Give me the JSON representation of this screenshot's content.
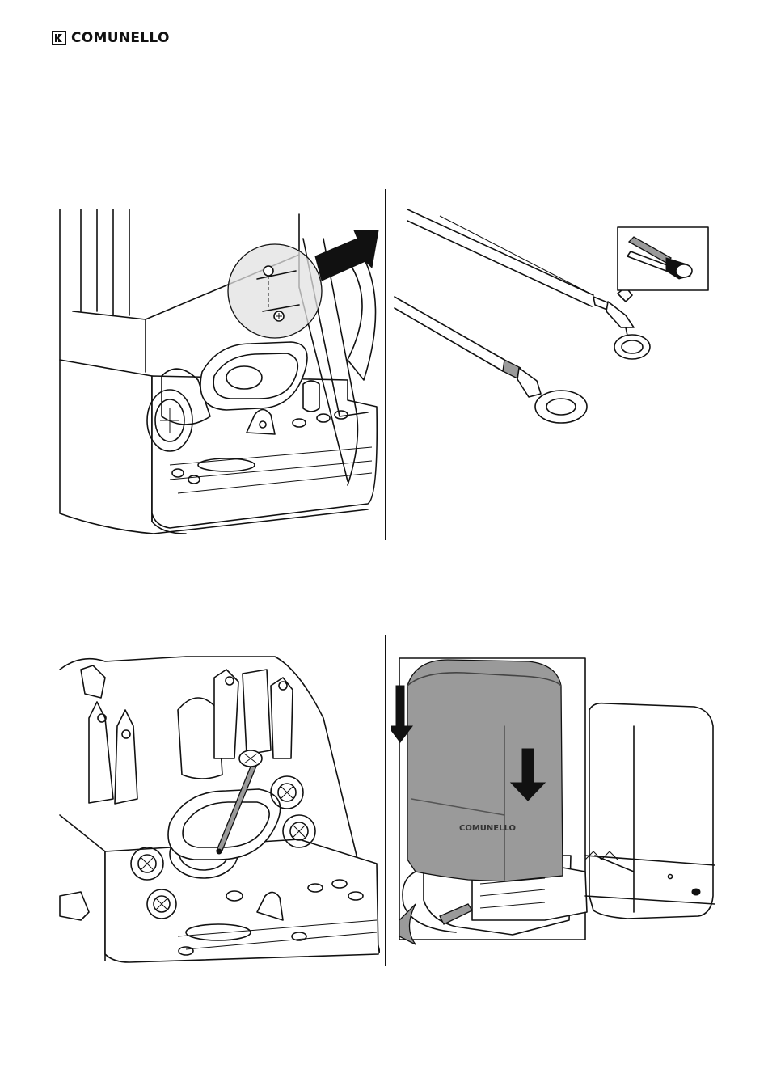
{
  "brand": {
    "name": "COMUNELLO",
    "logo_icon": "comunello-logo-icon"
  },
  "figures": [
    {
      "id": "fig-top-left",
      "depicts": "motor-base-cover-screw"
    },
    {
      "id": "fig-top-right",
      "depicts": "cable-ring-terminals"
    },
    {
      "id": "fig-bottom-left",
      "depicts": "base-release-rod"
    },
    {
      "id": "fig-bottom-right",
      "depicts": "cover-fitting"
    }
  ],
  "product_label": {
    "brand_on_cover": "COMUNELLO"
  },
  "colors": {
    "ink": "#111111",
    "cover_gray": "#9a9a9a",
    "panel_gray": "#d9d9d9"
  }
}
